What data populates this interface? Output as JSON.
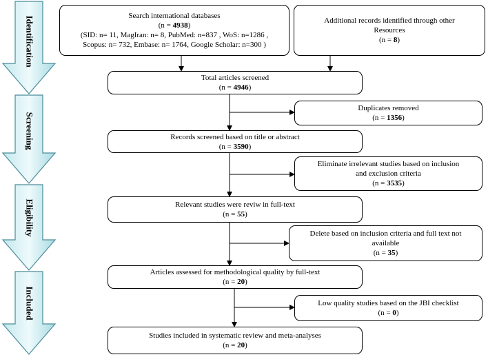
{
  "phases": [
    {
      "label": "Identification"
    },
    {
      "label": "Screening"
    },
    {
      "label": "Eligibility"
    },
    {
      "label": "Included"
    }
  ],
  "boxes": {
    "databases": {
      "line1": "Search international databases",
      "line2_prefix": "(n = ",
      "line2_value": "4938",
      "line2_suffix": ")",
      "line3": "(SID: n= 11, MagIran: n= 8, PubMed: n=837 , WoS: n=1286 ,",
      "line4": "Scopus: n= 732, Embase: n= 1764, Google Scholar: n=300 )"
    },
    "other_sources": {
      "line1": "Additional records identified through other",
      "line2": "Resources",
      "line3_prefix": "(n = ",
      "line3_value": "8",
      "line3_suffix": ")"
    },
    "total": {
      "line1": "Total articles screened",
      "line2_prefix": "(n = ",
      "line2_value": "4946",
      "line2_suffix": ")"
    },
    "duplicates": {
      "line1": "Duplicates removed",
      "line2_prefix": "(n = ",
      "line2_value": "1356",
      "line2_suffix": ")"
    },
    "screened": {
      "line1": "Records screened based on title or abstract",
      "line2_prefix": "(n = ",
      "line2_value": "3590",
      "line2_suffix": ")"
    },
    "eliminated": {
      "line1": "Eliminate irrelevant studies based on inclusion",
      "line2": "and exclusion criteria",
      "line3_prefix": "(n = ",
      "line3_value": "3535",
      "line3_suffix": ")"
    },
    "fulltext": {
      "line1": "Relevant studies were reviw in full-text",
      "line2_prefix": "(n = ",
      "line2_value": "55",
      "line2_suffix": ")"
    },
    "deleted": {
      "line1": "Delete based on inclusion criteria and full text not",
      "line2": "available",
      "line3_prefix": "(n = ",
      "line3_value": "35",
      "line3_suffix": ")"
    },
    "assessed": {
      "line1": "Articles assessed for methodological quality by full-text",
      "line2_prefix": "(n = ",
      "line2_value": "20",
      "line2_suffix": ")"
    },
    "low_quality": {
      "line1": "Low quality studies based on the JBI checklist",
      "line2_prefix": "(n = ",
      "line2_value": "0",
      "line2_suffix": ")"
    },
    "included": {
      "line1": "Studies included in systematic review and meta-analyses",
      "line2_prefix": "(n = ",
      "line2_value": "20",
      "line2_suffix": ")"
    }
  },
  "colors": {
    "arrow_fill": "#d8f2f6",
    "arrow_fill_dark": "#9fd3dc",
    "arrow_stroke": "#4a8c99",
    "line": "#000000"
  }
}
